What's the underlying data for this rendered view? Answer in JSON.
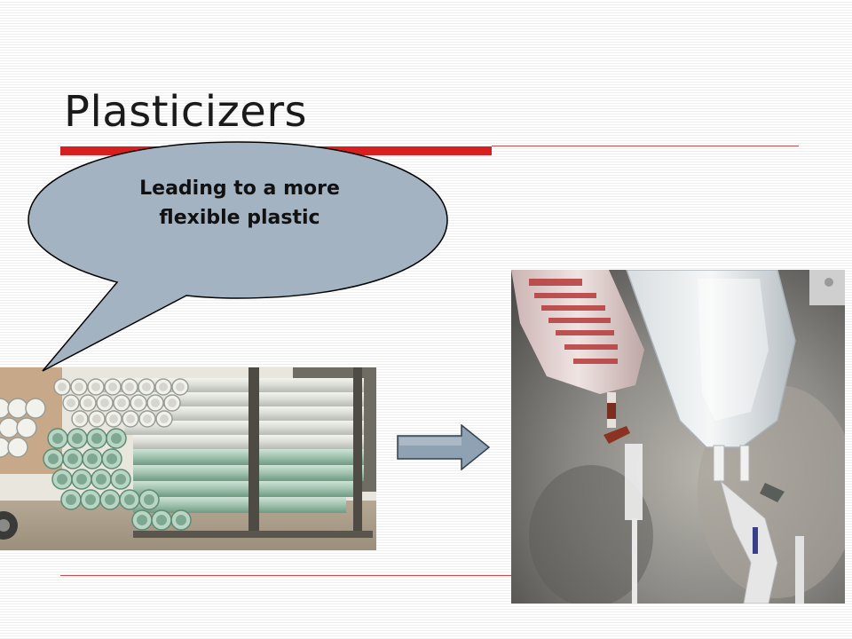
{
  "slide": {
    "title": "Plasticizers",
    "callout": {
      "line1": "Leading to a more",
      "line2": "flexible plastic",
      "fill": "#a3b3c1",
      "stroke": "#000000"
    },
    "images": {
      "left": "PVC pipes stacked on a pallet",
      "right": "flexible IV fluid bags"
    },
    "icons": {
      "arrow": "right-arrow-icon"
    },
    "colors": {
      "accent_rule": "#d71f1f",
      "arrow_fill": "#8fa2b4"
    }
  }
}
